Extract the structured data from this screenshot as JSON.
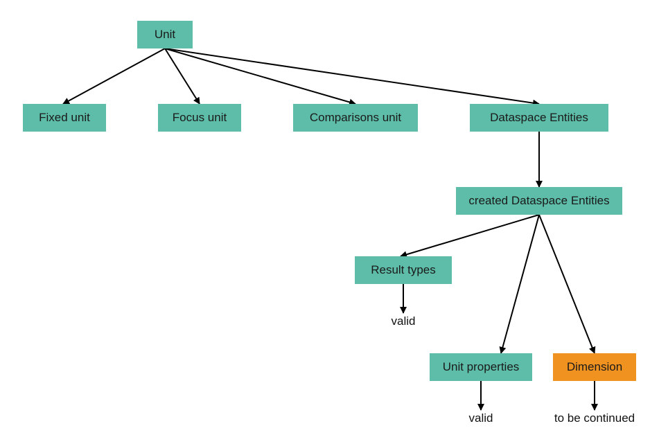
{
  "colors": {
    "node_default": "#5dbda8",
    "node_highlight": "#f0921f",
    "edge": "#000000"
  },
  "nodes": {
    "unit": "Unit",
    "fixed_unit": "Fixed unit",
    "focus_unit": "Focus unit",
    "comparisons_unit": "Comparisons unit",
    "dataspace_entities": "Dataspace Entities",
    "created_dataspace_entities": "created Dataspace Entities",
    "result_types": "Result types",
    "unit_properties": "Unit properties",
    "dimension": "Dimension"
  },
  "leaves": {
    "result_types_status": "valid",
    "unit_properties_status": "valid",
    "dimension_status": "to be continued"
  },
  "edges": [
    [
      "unit",
      "fixed_unit"
    ],
    [
      "unit",
      "focus_unit"
    ],
    [
      "unit",
      "comparisons_unit"
    ],
    [
      "unit",
      "dataspace_entities"
    ],
    [
      "dataspace_entities",
      "created_dataspace_entities"
    ],
    [
      "created_dataspace_entities",
      "result_types"
    ],
    [
      "created_dataspace_entities",
      "unit_properties"
    ],
    [
      "created_dataspace_entities",
      "dimension"
    ],
    [
      "result_types",
      "result_types_status"
    ],
    [
      "unit_properties",
      "unit_properties_status"
    ],
    [
      "dimension",
      "dimension_status"
    ]
  ]
}
